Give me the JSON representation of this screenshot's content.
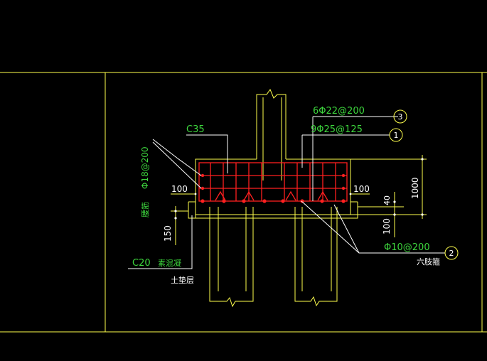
{
  "colors": {
    "background": "#000000",
    "frame": "#ffff4d",
    "rebar": "#ff2020",
    "annotation": "#3dd63d",
    "leader": "#ffffff"
  },
  "labels": {
    "concrete_cap": "C35",
    "top_rebar": "6Φ22@200",
    "bottom_rebar": "9Φ25@125",
    "stirrup": "Φ10@200",
    "side_rebar": "Φ18@200",
    "side_rebar_note": "腰筋",
    "stirrup_note": "六肢箍",
    "plain_concrete": "C20",
    "plain_concrete_note": "素混凝",
    "cushion_note": "土垫层"
  },
  "callouts": {
    "c1": "1",
    "c2": "2",
    "c3": "3"
  },
  "dimensions": {
    "left_cover": "100",
    "right_cover": "100",
    "height": "1000",
    "cushion": "150",
    "pile_embed": "100",
    "bottom_cover": "40"
  }
}
